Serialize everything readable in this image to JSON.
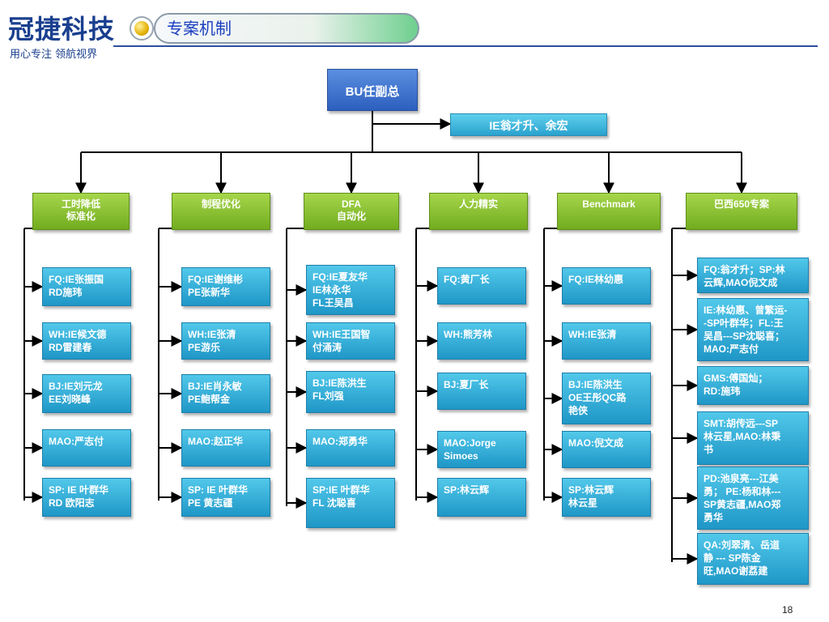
{
  "header": {
    "logo_title": "冠捷科技",
    "logo_subtitle": "用心专注  领航视界",
    "section_title": "专案机制"
  },
  "org": {
    "root": "BU任副总",
    "ie_team": "IE翁才升、余宏",
    "categories": [
      {
        "label": "工时降低\n标准化",
        "members": [
          "FQ:IE张振国\nRD施玮",
          "WH:IE候文德\nRD雷建春",
          "BJ:IE刘元龙\nEE刘晓峰",
          "MAO:严志付",
          "SP: IE 叶群华\n RD 欧阳志"
        ]
      },
      {
        "label": "制程优化",
        "members": [
          "FQ:IE谢维彬\nPE张新华",
          "WH:IE张清\nPE游乐",
          "BJ:IE肖永敏\nPE鲍帮金",
          "MAO:赵正华",
          "SP: IE 叶群华\nPE 黄志疆"
        ]
      },
      {
        "label": "DFA\n自动化",
        "members": [
          "FQ:IE夏友华\nIE林永华\nFL王吴昌",
          "WH:IE王国智\n 付涌涛",
          "BJ:IE陈洪生\nFL刘强",
          "MAO:郑勇华",
          "SP:IE 叶群华\nFL 沈聪喜"
        ]
      },
      {
        "label": "人力精实",
        "members": [
          "FQ:黄厂长",
          "WH:熊芳林",
          "BJ:夏厂长",
          "MAO:Jorge\nSimoes",
          "SP:林云辉"
        ]
      },
      {
        "label": "Benchmark",
        "members": [
          "FQ:IE林幼惠",
          "WH:IE张清",
          "BJ:IE陈洪生\nOE王彤QC路\n艳侠",
          "MAO:倪文成",
          "SP:林云辉\n林云星"
        ]
      },
      {
        "label": "巴西650专案",
        "members": [
          "FQ:翁才升；SP:林\n云辉,MAO倪文成",
          "IE:林幼惠、曾繁运-\n-SP叶群华；FL:王\n吴昌---SP沈聪喜；\nMAO:严志付",
          "GMS:傅国灿；\nRD:施玮",
          "SMT:胡传远---SP\n林云星,MAO:林秉\n书",
          "PD:池泉亮---江美\n勇；  PE:杨和林---\nSP黄志疆,MAO郑\n勇华",
          "QA:刘翠清、岳道\n静 --- SP陈金\n旺,MAO谢荔建"
        ]
      }
    ]
  },
  "footer": {
    "page_number": "18"
  },
  "colors": {
    "root": "#2d5fbf",
    "ie_team": "#2aa2cf",
    "category": "#72ac1f",
    "member": "#1f97c7",
    "title_text": "#1a3fbf"
  }
}
